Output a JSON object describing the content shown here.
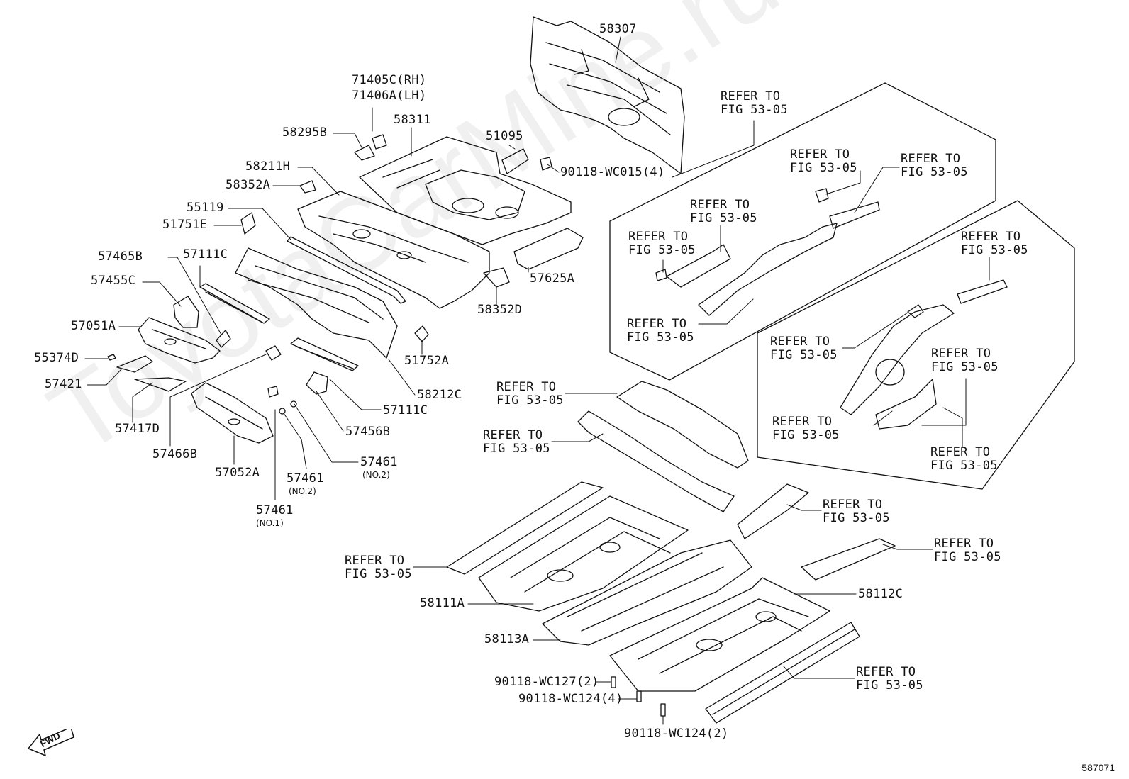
{
  "watermark": "ToyotaCarMine.ru",
  "diagram_id": "587071",
  "fwd_label": "FWD",
  "refer_label": "REFER TO\nFIG 53-05",
  "parts": {
    "p58307": "58307",
    "p71405c": "71405C(RH)",
    "p71406a": "71406A(LH)",
    "p58311": "58311",
    "p51095": "51095",
    "p90118wc015": "90118-WC015(4)",
    "p58295b": "58295B",
    "p58211h": "58211H",
    "p58352a": "58352A",
    "p55119": "55119",
    "p51751e": "51751E",
    "p57465b": "57465B",
    "p57111c_a": "57111C",
    "p57455c": "57455C",
    "p57051a": "57051A",
    "p55374d": "55374D",
    "p57421": "57421",
    "p57417d": "57417D",
    "p57466b": "57466B",
    "p57052a": "57052A",
    "p57625a": "57625A",
    "p58352d": "58352D",
    "p51752a": "51752A",
    "p58212c": "58212C",
    "p57111c_b": "57111C",
    "p57456b": "57456B",
    "p57461_no2a": "57461",
    "p57461_no2b": "57461",
    "p57461_no1": "57461",
    "p58111a": "58111A",
    "p58112c": "58112C",
    "p58113a": "58113A",
    "p90118wc127": "90118-WC127(2)",
    "p90118wc124_4": "90118-WC124(4)",
    "p90118wc124_2": "90118-WC124(2)"
  },
  "subs": {
    "no2_a": "(NO.2)",
    "no2_b": "(NO.2)",
    "no1": "(NO.1)"
  }
}
